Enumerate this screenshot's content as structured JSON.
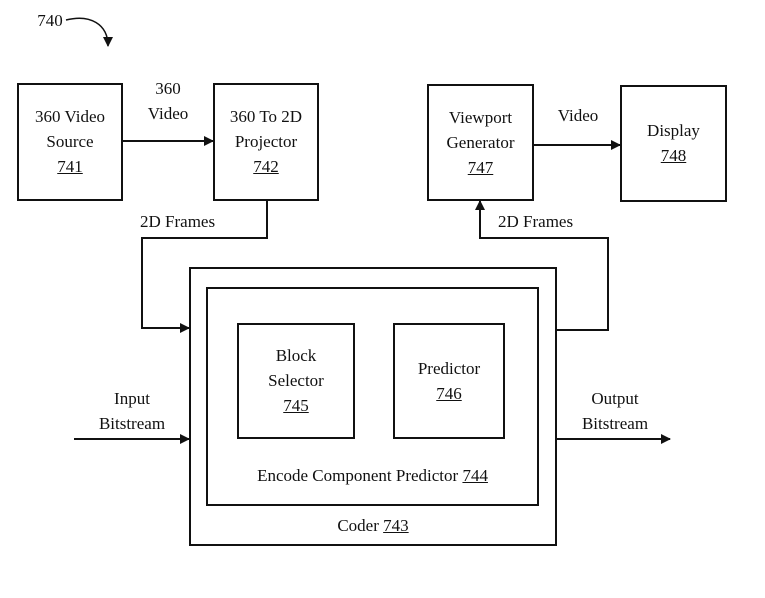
{
  "figure": {
    "ref_label": "740"
  },
  "nodes": {
    "video_source": {
      "lines": [
        "360 Video",
        "Source"
      ],
      "ref": "741"
    },
    "projector": {
      "lines": [
        "360 To 2D",
        "Projector"
      ],
      "ref": "742"
    },
    "coder": {
      "label": "Coder",
      "ref": "743"
    },
    "encode_component_predictor": {
      "label": "Encode Component Predictor",
      "ref": "744"
    },
    "block_selector": {
      "lines": [
        "Block",
        "Selector"
      ],
      "ref": "745"
    },
    "predictor": {
      "lines": [
        "Predictor"
      ],
      "ref": "746"
    },
    "viewport_generator": {
      "lines": [
        "Viewport",
        "Generator"
      ],
      "ref": "747"
    },
    "display": {
      "lines": [
        "Display"
      ],
      "ref": "748"
    }
  },
  "edges": {
    "source_to_projector": {
      "lines": [
        "360",
        "Video"
      ]
    },
    "projector_to_coder": {
      "label": "2D Frames"
    },
    "coder_to_viewport": {
      "label": "2D Frames"
    },
    "viewport_to_display": {
      "label": "Video"
    },
    "input": {
      "lines": [
        "Input",
        "Bitstream"
      ]
    },
    "output": {
      "lines": [
        "Output",
        "Bitstream"
      ]
    }
  }
}
